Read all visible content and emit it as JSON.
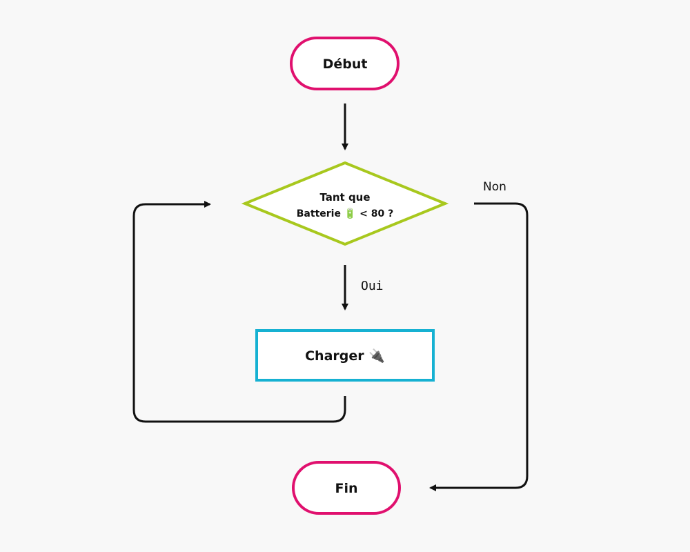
{
  "colors": {
    "terminal_border": "#e0106e",
    "decision_border": "#a8c81e",
    "process_border": "#16b1d2",
    "connector": "#111111",
    "background": "#f8f8f8"
  },
  "nodes": {
    "start": {
      "label": "Début"
    },
    "decision": {
      "line1": "Tant que",
      "line2": "Batterie 🔋 < 80 ?"
    },
    "process": {
      "label": "Charger 🔌"
    },
    "end": {
      "label": "Fin"
    }
  },
  "edges": {
    "yes_label": "Oui",
    "no_label": "Non"
  }
}
